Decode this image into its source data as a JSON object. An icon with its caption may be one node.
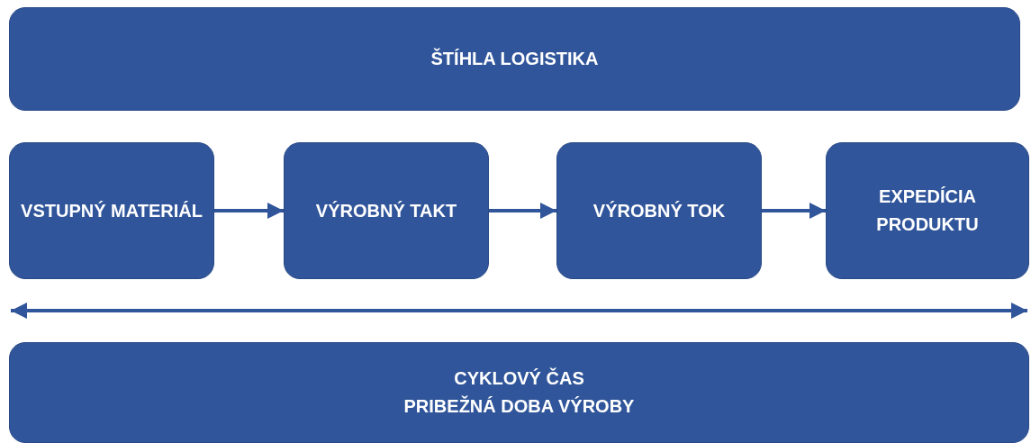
{
  "diagram": {
    "nodes": [
      {
        "text": [
          "ŠTÍHLA LOGISTIKA"
        ]
      },
      {
        "text": [
          "VSTUPNÝ MATERIÁL"
        ]
      },
      {
        "text": [
          "VÝROBNÝ TAKT"
        ]
      },
      {
        "text": [
          "VÝROBNÝ TOK"
        ]
      },
      {
        "text": [
          "EXPEDÍCIA PRODUKTU"
        ]
      },
      {
        "text": [
          "CYKLOVÝ ČAS",
          "PRIBEŽNÁ DOBA VÝROBY"
        ]
      }
    ],
    "edges": [
      {
        "from": 1,
        "to": 2,
        "arrow": "to"
      },
      {
        "from": 2,
        "to": 3,
        "arrow": "to"
      },
      {
        "from": 3,
        "to": 4,
        "arrow": "to"
      }
    ]
  }
}
